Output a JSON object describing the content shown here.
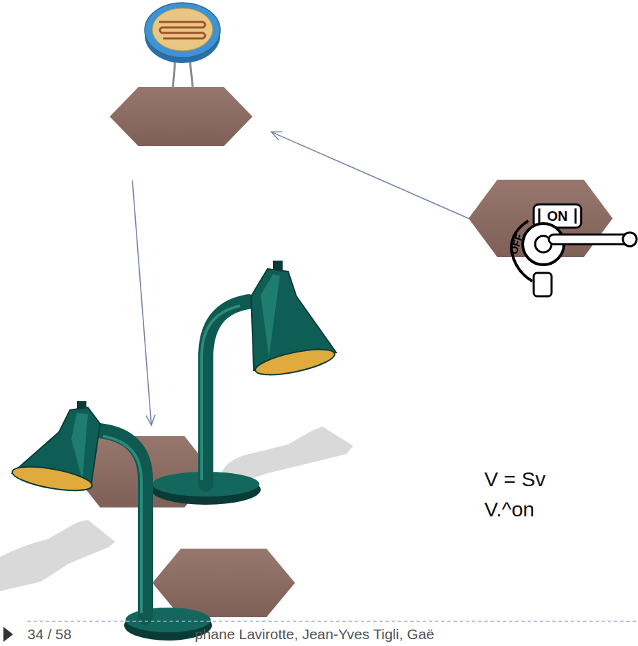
{
  "diagram": {
    "nodes": [
      {
        "text": []
      },
      {
        "text": [
          "ON",
          "OFF"
        ]
      },
      {
        "text": []
      },
      {
        "text": []
      }
    ],
    "edges": [
      {
        "from": 1,
        "to": 0,
        "arrow": "to"
      },
      {
        "from": 0,
        "to": 2,
        "arrow": "to"
      }
    ],
    "labels": [
      "V = Sv",
      "V.^on",
      "34 / 58",
      "phane Lavirotte, Jean-Yves Tigli, Gaë"
    ]
  }
}
